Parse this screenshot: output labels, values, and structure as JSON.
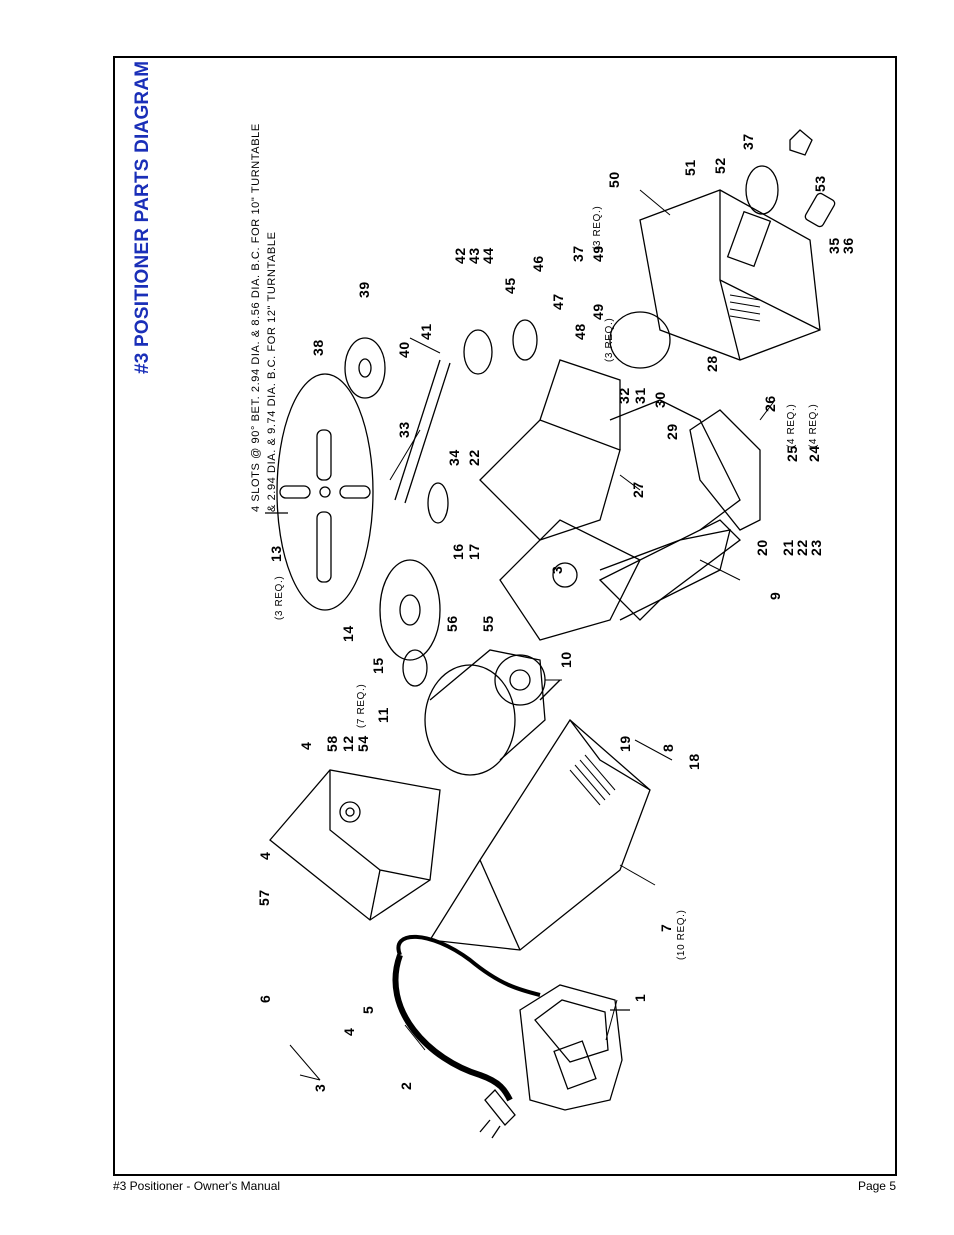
{
  "title": "#3 POSITIONER PARTS DIAGRAM",
  "notes": {
    "slots_line1": "4 SLOTS @ 90° BET. 2.94 DIA. & 8.56 DIA. B.C. FOR 10\" TURNTABLE",
    "slots_line2": "& 2.94 DIA. & 9.74 DIA. B.C. FOR 12\" TURNTABLE"
  },
  "labels": [
    {
      "id": "p1",
      "text": "1"
    },
    {
      "id": "p2",
      "text": "2"
    },
    {
      "id": "p3",
      "text": "3"
    },
    {
      "id": "p3b",
      "text": "3"
    },
    {
      "id": "p4",
      "text": "4"
    },
    {
      "id": "p4b",
      "text": "4"
    },
    {
      "id": "p4c",
      "text": "4"
    },
    {
      "id": "p5",
      "text": "5"
    },
    {
      "id": "p6",
      "text": "6"
    },
    {
      "id": "p7",
      "text": "7"
    },
    {
      "id": "p8",
      "text": "8"
    },
    {
      "id": "p9",
      "text": "9"
    },
    {
      "id": "p10",
      "text": "10"
    },
    {
      "id": "p11",
      "text": "11"
    },
    {
      "id": "p12",
      "text": "12"
    },
    {
      "id": "p13",
      "text": "13"
    },
    {
      "id": "p14",
      "text": "14"
    },
    {
      "id": "p15",
      "text": "15"
    },
    {
      "id": "p16",
      "text": "16"
    },
    {
      "id": "p17",
      "text": "17"
    },
    {
      "id": "p18",
      "text": "18"
    },
    {
      "id": "p19",
      "text": "19"
    },
    {
      "id": "p20",
      "text": "20"
    },
    {
      "id": "p21",
      "text": "21"
    },
    {
      "id": "p22",
      "text": "22"
    },
    {
      "id": "p22b",
      "text": "22"
    },
    {
      "id": "p23",
      "text": "23"
    },
    {
      "id": "p24",
      "text": "24"
    },
    {
      "id": "p25",
      "text": "25"
    },
    {
      "id": "p26",
      "text": "26"
    },
    {
      "id": "p27",
      "text": "27"
    },
    {
      "id": "p28",
      "text": "28"
    },
    {
      "id": "p29",
      "text": "29"
    },
    {
      "id": "p30",
      "text": "30"
    },
    {
      "id": "p31",
      "text": "31"
    },
    {
      "id": "p32",
      "text": "32"
    },
    {
      "id": "p33",
      "text": "33"
    },
    {
      "id": "p34",
      "text": "34"
    },
    {
      "id": "p35",
      "text": "35"
    },
    {
      "id": "p36",
      "text": "36"
    },
    {
      "id": "p37",
      "text": "37"
    },
    {
      "id": "p37b",
      "text": "37"
    },
    {
      "id": "p38",
      "text": "38"
    },
    {
      "id": "p39",
      "text": "39"
    },
    {
      "id": "p40",
      "text": "40"
    },
    {
      "id": "p41",
      "text": "41"
    },
    {
      "id": "p42",
      "text": "42"
    },
    {
      "id": "p43",
      "text": "43"
    },
    {
      "id": "p44",
      "text": "44"
    },
    {
      "id": "p45",
      "text": "45"
    },
    {
      "id": "p46",
      "text": "46"
    },
    {
      "id": "p47",
      "text": "47"
    },
    {
      "id": "p48",
      "text": "48"
    },
    {
      "id": "p49",
      "text": "49"
    },
    {
      "id": "p49b",
      "text": "49"
    },
    {
      "id": "p50",
      "text": "50"
    },
    {
      "id": "p51",
      "text": "51"
    },
    {
      "id": "p52",
      "text": "52"
    },
    {
      "id": "p53",
      "text": "53"
    },
    {
      "id": "p54",
      "text": "54"
    },
    {
      "id": "p55",
      "text": "55"
    },
    {
      "id": "p56",
      "text": "56"
    },
    {
      "id": "p57",
      "text": "57"
    },
    {
      "id": "p58",
      "text": "58"
    }
  ],
  "quantities": {
    "q13": "(3 REQ.)",
    "q54": "(7 REQ.)",
    "q7": "(10 REQ.)",
    "q49": "(3 REQ.)",
    "q49b": "(3 REQ.)",
    "q25": "(4 REQ.)",
    "q24": "(4 REQ.)"
  },
  "footer": {
    "left": "#3 Positioner - Owner's Manual",
    "right": "Page 5"
  }
}
